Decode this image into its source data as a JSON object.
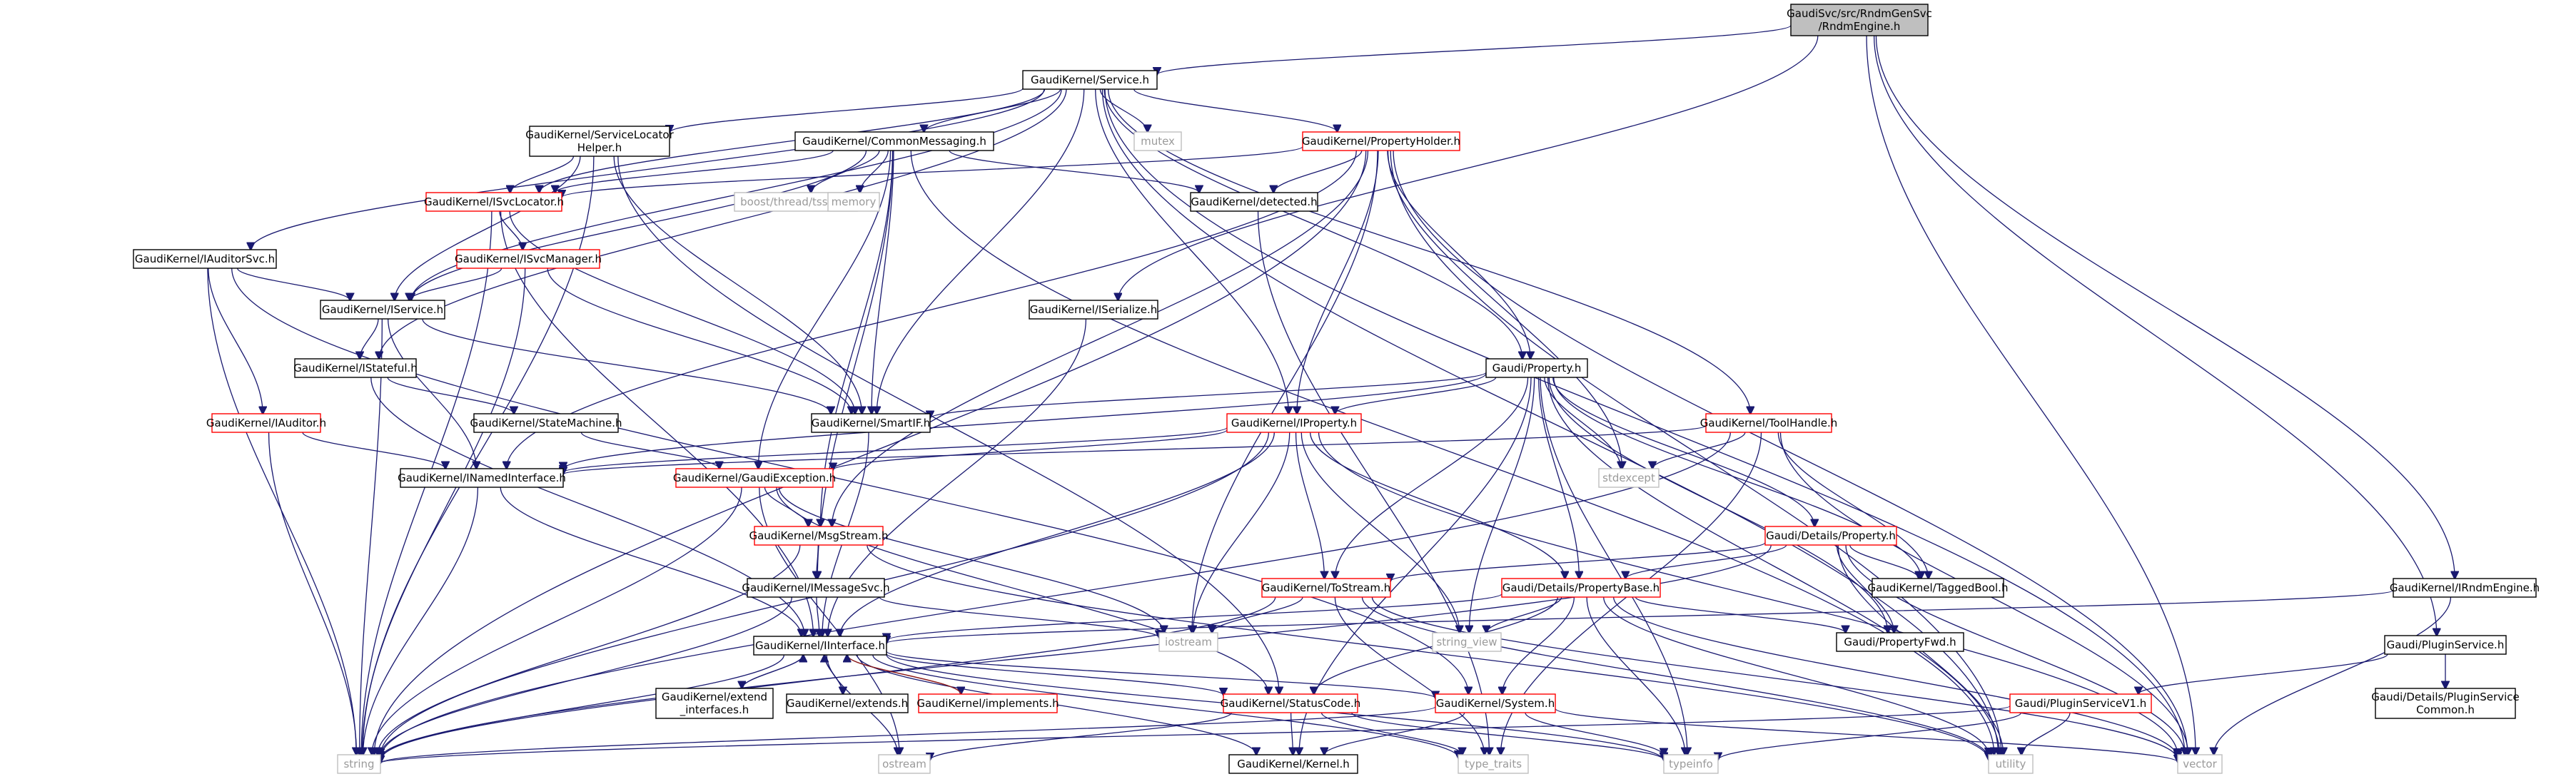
{
  "nodes": [
    {
      "id": "root",
      "label": [
        "GaudiSvc/src/RndmGenSvc",
        "/RndmEngine.h"
      ],
      "style": "root"
    },
    {
      "id": "service",
      "label": [
        "GaudiKernel/Service.h"
      ],
      "style": "normal"
    },
    {
      "id": "slhelper",
      "label": [
        "GaudiKernel/ServiceLocator",
        "Helper.h"
      ],
      "style": "normal"
    },
    {
      "id": "cmsg",
      "label": [
        "GaudiKernel/CommonMessaging.h"
      ],
      "style": "normal"
    },
    {
      "id": "mutex",
      "label": [
        "mutex"
      ],
      "style": "ext"
    },
    {
      "id": "propholder",
      "label": [
        "GaudiKernel/PropertyHolder.h"
      ],
      "style": "red"
    },
    {
      "id": "isvcloc",
      "label": [
        "GaudiKernel/ISvcLocator.h"
      ],
      "style": "red"
    },
    {
      "id": "boosttss",
      "label": [
        "boost/thread/tss.hpp"
      ],
      "style": "ext"
    },
    {
      "id": "memory",
      "label": [
        "memory"
      ],
      "style": "ext"
    },
    {
      "id": "detected",
      "label": [
        "GaudiKernel/detected.h"
      ],
      "style": "normal"
    },
    {
      "id": "iauditorsvc",
      "label": [
        "GaudiKernel/IAuditorSvc.h"
      ],
      "style": "normal"
    },
    {
      "id": "isvcmgr",
      "label": [
        "GaudiKernel/ISvcManager.h"
      ],
      "style": "red"
    },
    {
      "id": "iservice",
      "label": [
        "GaudiKernel/IService.h"
      ],
      "style": "normal"
    },
    {
      "id": "iserialize",
      "label": [
        "GaudiKernel/ISerialize.h"
      ],
      "style": "normal"
    },
    {
      "id": "istateful",
      "label": [
        "GaudiKernel/IStateful.h"
      ],
      "style": "normal"
    },
    {
      "id": "gprop",
      "label": [
        "Gaudi/Property.h"
      ],
      "style": "normal"
    },
    {
      "id": "iauditor",
      "label": [
        "GaudiKernel/IAuditor.h"
      ],
      "style": "red"
    },
    {
      "id": "statemachine",
      "label": [
        "GaudiKernel/StateMachine.h"
      ],
      "style": "normal"
    },
    {
      "id": "smartif",
      "label": [
        "GaudiKernel/SmartIF.h"
      ],
      "style": "normal"
    },
    {
      "id": "iproperty",
      "label": [
        "GaudiKernel/IProperty.h"
      ],
      "style": "red"
    },
    {
      "id": "toolhandle",
      "label": [
        "GaudiKernel/ToolHandle.h"
      ],
      "style": "red"
    },
    {
      "id": "inamed",
      "label": [
        "GaudiKernel/INamedInterface.h"
      ],
      "style": "normal"
    },
    {
      "id": "gexc",
      "label": [
        "GaudiKernel/GaudiException.h"
      ],
      "style": "red"
    },
    {
      "id": "stdexcept",
      "label": [
        "stdexcept"
      ],
      "style": "ext"
    },
    {
      "id": "msgstream",
      "label": [
        "GaudiKernel/MsgStream.h"
      ],
      "style": "red"
    },
    {
      "id": "detprop",
      "label": [
        "Gaudi/Details/Property.h"
      ],
      "style": "red"
    },
    {
      "id": "imsgsvc",
      "label": [
        "GaudiKernel/IMessageSvc.h"
      ],
      "style": "normal"
    },
    {
      "id": "tostream",
      "label": [
        "GaudiKernel/ToStream.h"
      ],
      "style": "red"
    },
    {
      "id": "propbase",
      "label": [
        "Gaudi/Details/PropertyBase.h"
      ],
      "style": "red"
    },
    {
      "id": "taggedbool",
      "label": [
        "GaudiKernel/TaggedBool.h"
      ],
      "style": "normal"
    },
    {
      "id": "irndmengine",
      "label": [
        "GaudiKernel/IRndmEngine.h"
      ],
      "style": "normal"
    },
    {
      "id": "iostream",
      "label": [
        "iostream"
      ],
      "style": "ext"
    },
    {
      "id": "stringview",
      "label": [
        "string_view"
      ],
      "style": "ext"
    },
    {
      "id": "propfwd",
      "label": [
        "Gaudi/PropertyFwd.h"
      ],
      "style": "normal"
    },
    {
      "id": "pluginsvc",
      "label": [
        "Gaudi/PluginService.h"
      ],
      "style": "normal"
    },
    {
      "id": "iinterface",
      "label": [
        "GaudiKernel/IInterface.h"
      ],
      "style": "normal"
    },
    {
      "id": "extendif",
      "label": [
        "GaudiKernel/extend",
        "_interfaces.h"
      ],
      "style": "normal"
    },
    {
      "id": "extends",
      "label": [
        "GaudiKernel/extends.h"
      ],
      "style": "normal"
    },
    {
      "id": "implements",
      "label": [
        "GaudiKernel/implements.h"
      ],
      "style": "red"
    },
    {
      "id": "statuscode",
      "label": [
        "GaudiKernel/StatusCode.h"
      ],
      "style": "red"
    },
    {
      "id": "system",
      "label": [
        "GaudiKernel/System.h"
      ],
      "style": "red"
    },
    {
      "id": "pluginv1",
      "label": [
        "Gaudi/PluginServiceV1.h"
      ],
      "style": "red"
    },
    {
      "id": "plugincommon",
      "label": [
        "Gaudi/Details/PluginService",
        "Common.h"
      ],
      "style": "normal"
    },
    {
      "id": "string",
      "label": [
        "string"
      ],
      "style": "ext"
    },
    {
      "id": "ostream",
      "label": [
        "ostream"
      ],
      "style": "ext"
    },
    {
      "id": "kernel",
      "label": [
        "GaudiKernel/Kernel.h"
      ],
      "style": "normal"
    },
    {
      "id": "typetraits",
      "label": [
        "type_traits"
      ],
      "style": "ext"
    },
    {
      "id": "typeinfo",
      "label": [
        "typeinfo"
      ],
      "style": "ext"
    },
    {
      "id": "utility",
      "label": [
        "utility"
      ],
      "style": "ext"
    },
    {
      "id": "vector",
      "label": [
        "vector"
      ],
      "style": "ext"
    }
  ],
  "edges": [
    [
      "root",
      "service"
    ],
    [
      "root",
      "iserialize"
    ],
    [
      "root",
      "irndmengine"
    ],
    [
      "root",
      "pluginsvc"
    ],
    [
      "root",
      "vector"
    ],
    [
      "service",
      "slhelper"
    ],
    [
      "service",
      "cmsg"
    ],
    [
      "service",
      "mutex"
    ],
    [
      "service",
      "propholder"
    ],
    [
      "service",
      "isvcloc"
    ],
    [
      "service",
      "iauditorsvc"
    ],
    [
      "service",
      "iservice"
    ],
    [
      "service",
      "istateful"
    ],
    [
      "service",
      "smartif"
    ],
    [
      "service",
      "iproperty"
    ],
    [
      "service",
      "gprop"
    ],
    [
      "service",
      "toolhandle"
    ],
    [
      "service",
      "vector"
    ],
    [
      "service",
      "utility"
    ],
    [
      "slhelper",
      "isvcloc"
    ],
    [
      "slhelper",
      "iservice"
    ],
    [
      "slhelper",
      "smartif"
    ],
    [
      "slhelper",
      "string"
    ],
    [
      "slhelper",
      "statuscode"
    ],
    [
      "cmsg",
      "isvcloc"
    ],
    [
      "cmsg",
      "boosttss"
    ],
    [
      "cmsg",
      "memory"
    ],
    [
      "cmsg",
      "iservice"
    ],
    [
      "cmsg",
      "smartif"
    ],
    [
      "cmsg",
      "gexc"
    ],
    [
      "cmsg",
      "msgstream"
    ],
    [
      "cmsg",
      "imsgsvc"
    ],
    [
      "cmsg",
      "detected"
    ],
    [
      "cmsg",
      "utility"
    ],
    [
      "propholder",
      "isvcloc"
    ],
    [
      "propholder",
      "detected"
    ],
    [
      "propholder",
      "gprop"
    ],
    [
      "propholder",
      "iproperty"
    ],
    [
      "propholder",
      "inamed"
    ],
    [
      "propholder",
      "msgstream"
    ],
    [
      "propholder",
      "stdexcept"
    ],
    [
      "propholder",
      "iostream"
    ],
    [
      "propholder",
      "string"
    ],
    [
      "propholder",
      "vector"
    ],
    [
      "propholder",
      "utility"
    ],
    [
      "isvcloc",
      "isvcmgr"
    ],
    [
      "isvcloc",
      "smartif"
    ],
    [
      "isvcloc",
      "iinterface"
    ],
    [
      "isvcloc",
      "string"
    ],
    [
      "isvcmgr",
      "iservice"
    ],
    [
      "isvcmgr",
      "smartif"
    ],
    [
      "isvcmgr",
      "string"
    ],
    [
      "iauditorsvc",
      "iservice"
    ],
    [
      "iauditorsvc",
      "iauditor"
    ],
    [
      "iauditorsvc",
      "system"
    ],
    [
      "iauditorsvc",
      "string"
    ],
    [
      "iservice",
      "istateful"
    ],
    [
      "iservice",
      "inamed"
    ],
    [
      "iservice",
      "smartif"
    ],
    [
      "iservice",
      "string"
    ],
    [
      "istateful",
      "statemachine"
    ],
    [
      "istateful",
      "iinterface"
    ],
    [
      "iauditor",
      "inamed"
    ],
    [
      "iauditor",
      "string"
    ],
    [
      "statemachine",
      "gexc"
    ],
    [
      "iserialize",
      "iinterface"
    ],
    [
      "detected",
      "typetraits"
    ],
    [
      "gprop",
      "smartif"
    ],
    [
      "gprop",
      "iproperty"
    ],
    [
      "gprop",
      "propbase"
    ],
    [
      "gprop",
      "detprop"
    ],
    [
      "gprop",
      "tostream"
    ],
    [
      "gprop",
      "taggedbool"
    ],
    [
      "gprop",
      "propfwd"
    ],
    [
      "gprop",
      "stdexcept"
    ],
    [
      "gprop",
      "stringview"
    ],
    [
      "gprop",
      "typeinfo"
    ],
    [
      "gprop",
      "utility"
    ],
    [
      "gprop",
      "kernel"
    ],
    [
      "gprop",
      "inamed"
    ],
    [
      "smartif",
      "iinterface"
    ],
    [
      "iproperty",
      "inamed"
    ],
    [
      "iproperty",
      "iinterface"
    ],
    [
      "iproperty",
      "gexc"
    ],
    [
      "iproperty",
      "tostream"
    ],
    [
      "iproperty",
      "propbase"
    ],
    [
      "iproperty",
      "iostream"
    ],
    [
      "iproperty",
      "stringview"
    ],
    [
      "iproperty",
      "string"
    ],
    [
      "iproperty",
      "vector"
    ],
    [
      "toolhandle",
      "inamed"
    ],
    [
      "toolhandle",
      "taggedbool"
    ],
    [
      "toolhandle",
      "stdexcept"
    ],
    [
      "toolhandle",
      "typetraits"
    ],
    [
      "toolhandle",
      "string"
    ],
    [
      "toolhandle",
      "vector"
    ],
    [
      "inamed",
      "iinterface"
    ],
    [
      "inamed",
      "string"
    ],
    [
      "gexc",
      "msgstream"
    ],
    [
      "gexc",
      "statuscode"
    ],
    [
      "gexc",
      "string"
    ],
    [
      "gexc",
      "iostream"
    ],
    [
      "gexc",
      "ostream"
    ],
    [
      "msgstream",
      "imsgsvc"
    ],
    [
      "msgstream",
      "string"
    ],
    [
      "msgstream",
      "utility"
    ],
    [
      "detprop",
      "tostream"
    ],
    [
      "detprop",
      "propbase"
    ],
    [
      "detprop",
      "taggedbool"
    ],
    [
      "detprop",
      "propfwd"
    ],
    [
      "detprop",
      "string"
    ],
    [
      "detprop",
      "utility"
    ],
    [
      "detprop",
      "vector"
    ],
    [
      "imsgsvc",
      "iinterface"
    ],
    [
      "imsgsvc",
      "string"
    ],
    [
      "imsgsvc",
      "iostream"
    ],
    [
      "tostream",
      "iostream"
    ],
    [
      "tostream",
      "string"
    ],
    [
      "tostream",
      "vector"
    ],
    [
      "tostream",
      "typetraits"
    ],
    [
      "tostream",
      "utility"
    ],
    [
      "propbase",
      "iinterface"
    ],
    [
      "propbase",
      "system"
    ],
    [
      "propbase",
      "propfwd"
    ],
    [
      "propbase",
      "stringview"
    ],
    [
      "propbase",
      "typeinfo"
    ],
    [
      "propbase",
      "statuscode"
    ],
    [
      "propbase",
      "utility"
    ],
    [
      "propbase",
      "vector"
    ],
    [
      "irndmengine",
      "iinterface"
    ],
    [
      "irndmengine",
      "vector"
    ],
    [
      "pluginsvc",
      "pluginv1"
    ],
    [
      "pluginsvc",
      "plugincommon"
    ],
    [
      "iinterface",
      "extendif"
    ],
    [
      "iinterface",
      "extends"
    ],
    [
      "iinterface",
      "implements"
    ],
    [
      "iinterface",
      "statuscode"
    ],
    [
      "iinterface",
      "system"
    ],
    [
      "iinterface",
      "kernel"
    ],
    [
      "iinterface",
      "typeinfo"
    ],
    [
      "iinterface",
      "ostream"
    ],
    [
      "iinterface",
      "string"
    ],
    [
      "iinterface",
      "typetraits"
    ],
    [
      "extendif",
      "iinterface"
    ],
    [
      "extends",
      "iinterface"
    ],
    [
      "implements",
      "iinterface"
    ],
    [
      "statuscode",
      "kernel"
    ],
    [
      "statuscode",
      "ostream"
    ],
    [
      "statuscode",
      "typetraits"
    ],
    [
      "statuscode",
      "typeinfo"
    ],
    [
      "system",
      "kernel"
    ],
    [
      "system",
      "string"
    ],
    [
      "system",
      "typeinfo"
    ],
    [
      "system",
      "vector"
    ],
    [
      "pluginv1",
      "string"
    ],
    [
      "pluginv1",
      "typeinfo"
    ],
    [
      "pluginv1",
      "utility"
    ]
  ]
}
